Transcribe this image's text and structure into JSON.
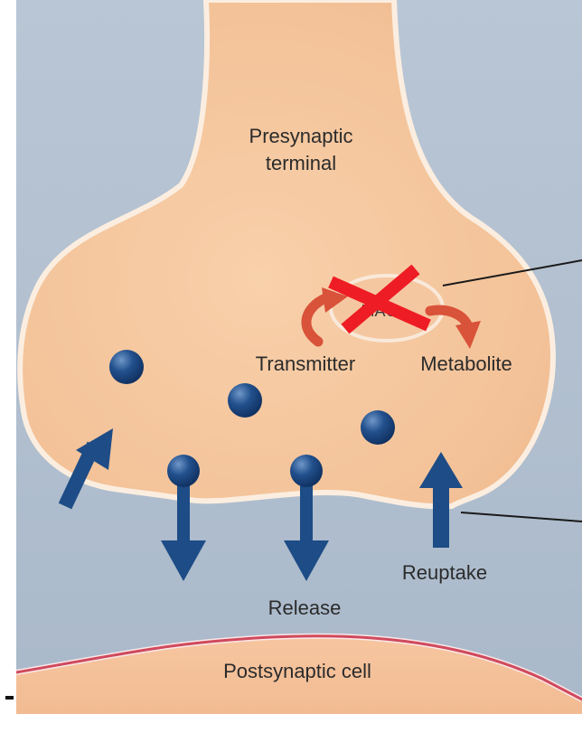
{
  "labels": {
    "presynaptic_line1": "Presynaptic",
    "presynaptic_line2": "terminal",
    "transmitter": "Transmitter",
    "metabolite": "Metabolite",
    "reuptake": "Reuptake",
    "release": "Release",
    "postsynaptic": "Postsynaptic cell",
    "enzyme": "MAO"
  },
  "colors": {
    "page_background": "#b7c4d3",
    "terminal_fill": "#f6c9a1",
    "terminal_edge": "#f9ead9",
    "vesicle_blue": "#1f4c86",
    "arrow_blue": "#1d4c86",
    "curved_arrow_red": "#d9523a",
    "inhibition_cross": "#ee1c24",
    "membrane_red": "#d04c5e"
  },
  "icons": {
    "inhibition": "red-x-cross",
    "flow_arrows": "blue-straight-arrows",
    "conversion_arrows": "red-curved-arrows"
  }
}
